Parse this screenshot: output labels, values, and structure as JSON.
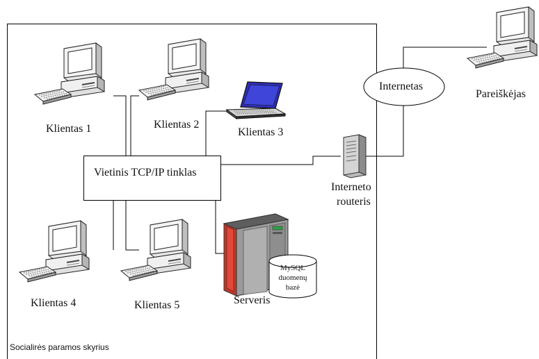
{
  "department_box": {
    "label": "Socialirės paramos skyrius"
  },
  "network": {
    "lan_label": "Vietinis TCP/IP tinklas",
    "internet_label": "Internetas"
  },
  "router": {
    "label_line1": "Interneto",
    "label_line2": "routeris"
  },
  "server": {
    "label": "Serveris"
  },
  "database": {
    "line1": "MySQL",
    "line2": "duomenų",
    "line3": "bazė"
  },
  "clients": [
    {
      "label": "Klientas 1",
      "icon": "desktop-computer-icon"
    },
    {
      "label": "Klientas 2",
      "icon": "desktop-computer-icon"
    },
    {
      "label": "Klientas 3",
      "icon": "laptop-icon"
    },
    {
      "label": "Klientas 4",
      "icon": "desktop-computer-icon"
    },
    {
      "label": "Klientas 5",
      "icon": "desktop-computer-icon"
    }
  ],
  "applicant": {
    "label": "Pareiškėjas",
    "icon": "desktop-computer-icon"
  },
  "colors": {
    "line": "#000000",
    "server_red": "#c0392b",
    "server_gray": "#8a8a8a",
    "laptop_screen": "#2f2fb8"
  }
}
